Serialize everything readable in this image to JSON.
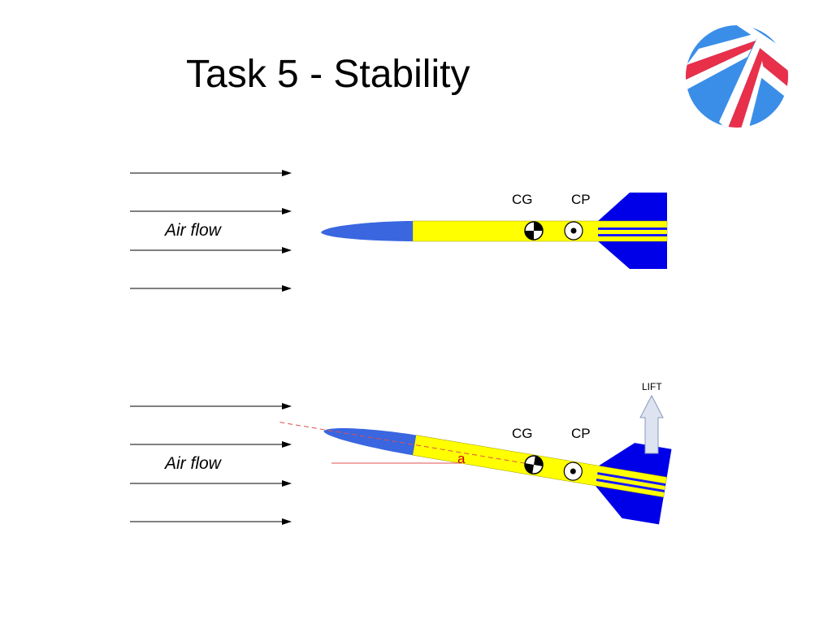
{
  "title": "Task 5 - Stability",
  "colors": {
    "nose": "#3a66e0",
    "body": "#ffff00",
    "fins": "#0000e8",
    "stripe": "#1a1aff",
    "aoa_line": "#e05050",
    "lift_arrow": "#dde3f0"
  },
  "icons": {
    "logo": "circular-logo-icon",
    "cg_marker": "center-of-gravity-icon",
    "cp_marker": "center-of-pressure-icon",
    "lift_arrow": "up-arrow-icon"
  },
  "panel_top": {
    "airflow_label": "Air flow",
    "cg_label": "CG",
    "cp_label": "CP"
  },
  "panel_bottom": {
    "airflow_label": "Air flow",
    "cg_label": "CG",
    "cp_label": "CP",
    "lift_label": "LIFT",
    "angle_label": "a"
  }
}
